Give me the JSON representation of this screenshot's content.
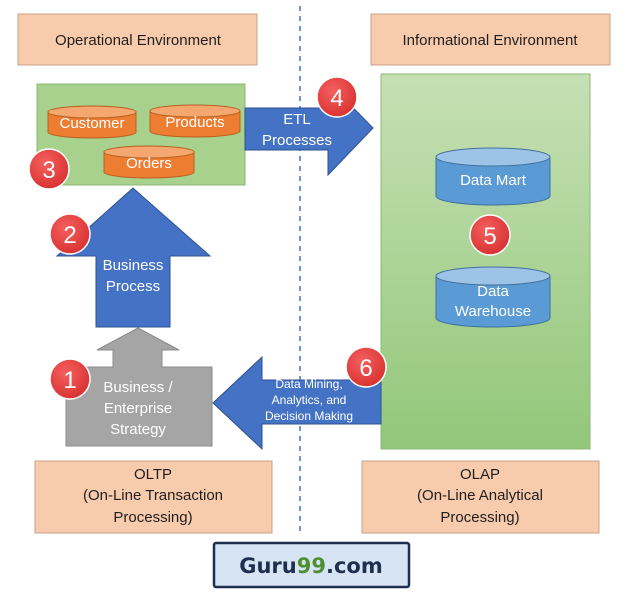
{
  "environments": {
    "operational": "Operational Environment",
    "informational": "Informational Environment"
  },
  "databases": {
    "customer": "Customer",
    "products": "Products",
    "orders": "Orders"
  },
  "arrows": {
    "etl": [
      "ETL",
      "Processes"
    ],
    "business_process": [
      "Business",
      "Process"
    ],
    "data_mining": [
      "Data Mining,",
      "Analytics, and",
      "Decision Making"
    ]
  },
  "strategy": [
    "Business /",
    "Enterprise",
    "Strategy"
  ],
  "warehouse": {
    "data_mart": "Data Mart",
    "data_warehouse": [
      "Data",
      "Warehouse"
    ]
  },
  "badges": [
    "1",
    "2",
    "3",
    "4",
    "5",
    "6"
  ],
  "systems": {
    "oltp": [
      "OLTP",
      "(On-Line Transaction",
      "Processing)"
    ],
    "olap": [
      "OLAP",
      "(On-Line Analytical",
      "Processing)"
    ]
  },
  "logo": {
    "guru": "Guru",
    "nn": "99",
    "com": ".com"
  },
  "colors": {
    "env_box": "#f8cbad",
    "green_panel": "#a9d18e",
    "cylinder_orange": "#ed7d31",
    "blue_arrow": "#4472c4",
    "gray_shape": "#a5a5a5",
    "badge_red": "#e8403f",
    "logo_green": "#4f8f2f"
  }
}
